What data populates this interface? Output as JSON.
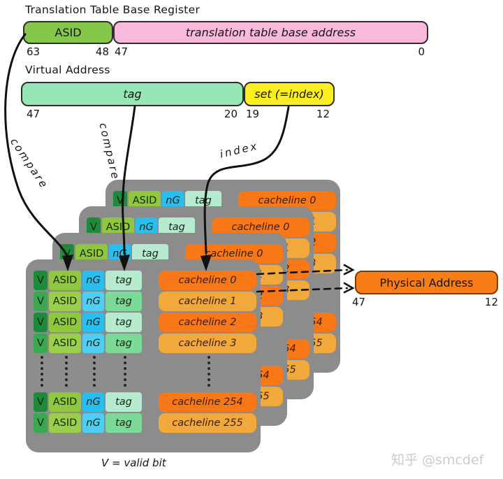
{
  "ttbr": {
    "title": "Translation Table Base Register",
    "fields": [
      {
        "label": "ASID",
        "color": "#85c74b"
      },
      {
        "label": "translation table base address",
        "color": "#f8b9da"
      }
    ],
    "bits": [
      "63",
      "48",
      "47",
      "0"
    ]
  },
  "virtual_address": {
    "title": "Virtual Address",
    "fields": [
      {
        "label": "tag",
        "color": "#97e6b6"
      },
      {
        "label": "set (=index)",
        "color": "#fdee1f"
      }
    ],
    "bits": [
      "47",
      "20",
      "19",
      "12"
    ]
  },
  "arrows": {
    "compare_asid": "compare",
    "compare_tag": "compare",
    "index": "index"
  },
  "tlb": {
    "ways": 4,
    "columns": [
      "V",
      "ASID",
      "nG",
      "tag"
    ],
    "cachelines": [
      "cacheline 0",
      "cacheline 1",
      "cacheline 2",
      "cacheline 3",
      "cacheline 254",
      "cacheline 255"
    ],
    "ellipsis": true,
    "colors": {
      "table_bg": "#8c8c8c",
      "valid": [
        "#1e8a3c",
        "#3aa751"
      ],
      "asid": [
        "#8fc73f",
        "#9ace4b"
      ],
      "ng": [
        "#28bff0",
        "#4fcef4"
      ],
      "tag": [
        "#b7ebcf",
        "#7cd998"
      ],
      "cacheline": [
        "#f87716",
        "#f2a93b"
      ]
    }
  },
  "physical_address": {
    "label": "Physical Address",
    "color": "#f87d16",
    "bits": [
      "47",
      "12"
    ]
  },
  "legend": "V = valid bit",
  "watermark": "知乎 @smcdef",
  "ink_color": "#111111"
}
